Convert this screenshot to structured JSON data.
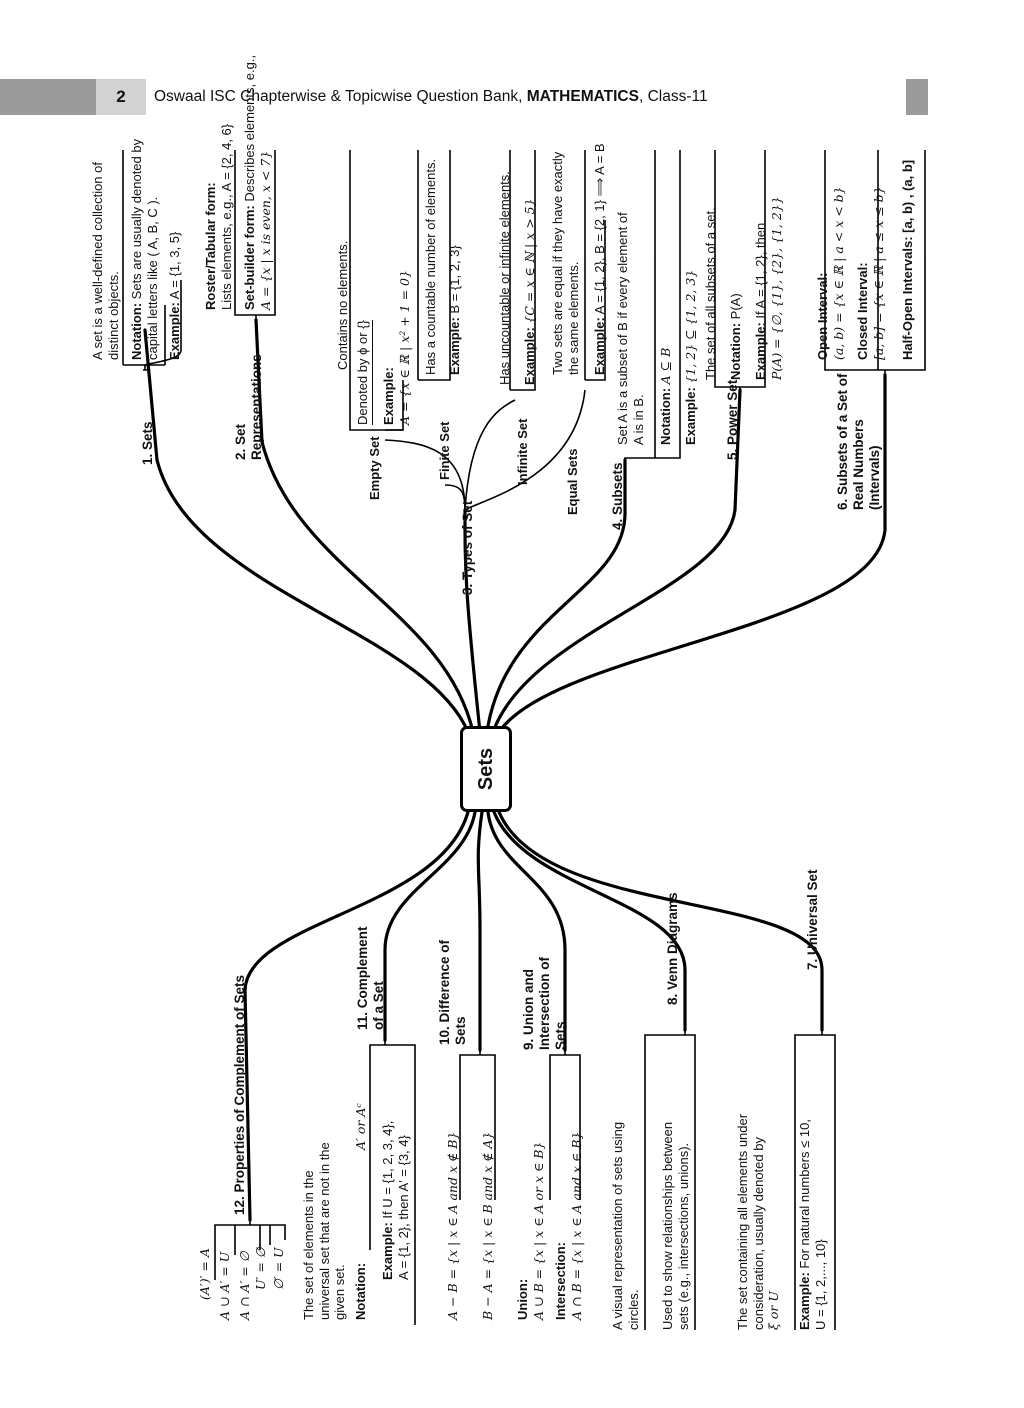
{
  "header": {
    "page_number": "2",
    "title_pre": "Oswaal ISC Chapterwise & Topicwise Question Bank,",
    "title_bold": "MATHEMATICS",
    "title_post": ", Class-11"
  },
  "root": "Sets",
  "branches": {
    "b1": {
      "label": "1. Sets",
      "def": [
        "A set is a well-defined collection of",
        "distinct objects."
      ],
      "notation_label": "Notation:",
      "notation": [
        "Sets are usually denoted by",
        "capital letters like ( A, B, C )."
      ],
      "example_label": "Example:",
      "example": "A = {1, 3, 5}"
    },
    "b2": {
      "label": [
        "2. Set",
        "Representations"
      ],
      "roster_label": "Roster/Tabular form:",
      "roster": "Lists elements, e.g., A = {2, 4, 6}",
      "builder_label": "Set-builder form:",
      "builder": "Describes elements, e.g.,",
      "builder_math": "A = {x | x is even, x < 7}"
    },
    "b3": {
      "label": "3. Types of Set",
      "empty": {
        "label": "Empty Set",
        "desc": "Contains no elements.",
        "notation": "Denoted by ϕ or {}",
        "example_label": "Example:",
        "example": "A = {x ∈ ℝ | x² + 1 = 0}"
      },
      "finite": {
        "label": "Finite Set",
        "desc": "Has a countable number of elements.",
        "example_label": "Example:",
        "example": "B = {1, 2, 3}"
      },
      "infinite": {
        "label": "Infinite Set",
        "desc": "Has uncountable or infinite elements.",
        "example_label": "Example:",
        "example": "{C = x ∈ ℕ | x > 5}"
      },
      "equal": {
        "label": "Equal Sets",
        "desc": [
          "Two sets are equal if they have exactly",
          "the same elements."
        ],
        "example_label": "Example:",
        "example": "A = {1, 2}, B = {2, 1} ⟹ A = B"
      }
    },
    "b4": {
      "label": "4. Subsets",
      "def": [
        "Set  A is a subset of B if every element of",
        "A is in B."
      ],
      "notation_label": "Notation:",
      "notation": "A ⊆ B",
      "example_label": "Example:",
      "example": "{1, 2} ⊆ {1, 2, 3}"
    },
    "b5": {
      "label": "5. Power Set",
      "def": "The set of all subsets of a set.",
      "notation_label": "Notation:",
      "notation": "P(A)",
      "example_label": "Example:",
      "example": "If A = {1, 2}, then",
      "example_math": "P(A) = {∅, {1}, {2}, {1, 2}}"
    },
    "b6": {
      "label": [
        "6. Subsets of a Set of",
        "Real Numbers",
        "(Intervals)"
      ],
      "open_label": "Open Interval:",
      "open": "(a, b) = {x ∈ ℝ | a < x < b}",
      "closed_label": "Closed Interval:",
      "closed": "[a, b] = {x ∈ ℝ | a ≤ x ≤ b}",
      "half_label": "Half-Open Intervals:",
      "half": "[a, b) , (a, b]"
    },
    "b7": {
      "label": "7. Universal Set",
      "def": [
        "The set containing all elements under",
        "consideration, usually denoted by"
      ],
      "def_math": "ξ or U",
      "example_label": "Example:",
      "example": [
        "For natural numbers ≤ 10,",
        "U = {1, 2,..., 10}"
      ]
    },
    "b8": {
      "label": "8. Venn Diagrams",
      "def": [
        "A visual representation of sets using",
        "circles."
      ],
      "use": [
        "Used to show relationships between",
        "sets (e.g., intersections, unions)."
      ]
    },
    "b9": {
      "label": [
        "9. Union and",
        "Intersection of",
        "Sets"
      ],
      "union_label": "Union:",
      "union": "A ∪ B = {x | x ∈ A or x ∈ B}",
      "inter_label": "Intersection:",
      "inter": "A ∩ B = {x | x ∈ A and x ∈ B}"
    },
    "b10": {
      "label": [
        "10. Difference of",
        "Sets"
      ],
      "d1": "A − B = {x | x ∈ A and x ∉ B}",
      "d2": "B − A = {x | x ∈ B and x ∉ A}"
    },
    "b11": {
      "label": [
        "11. Complement",
        "of a Set"
      ],
      "def": [
        "The set of elements in the",
        "universal set that are not in the",
        "given set."
      ],
      "notation_label": "Notation:",
      "notation": "A′ or Aᶜ",
      "example_label": "Example:",
      "example": [
        "If  U = {1, 2, 3, 4},",
        "A = {1, 2}, then  A′ = {3, 4}"
      ]
    },
    "b12": {
      "label": "12. Properties of Complement of Sets",
      "props": [
        "(A′)′ = A",
        "A ∪ A′ = U",
        "A ∩ A′ = ∅",
        "U′ = ∅",
        "∅′ = U"
      ]
    }
  }
}
